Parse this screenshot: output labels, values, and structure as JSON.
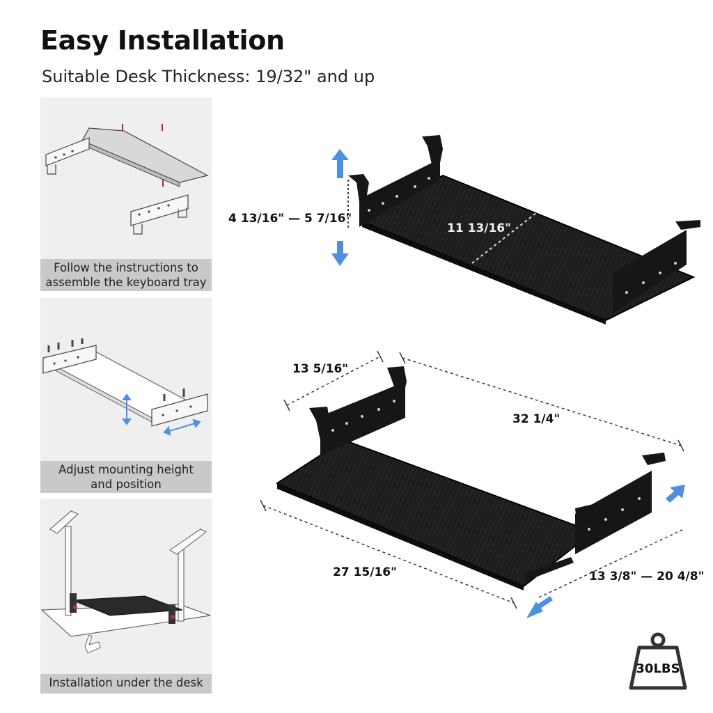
{
  "header": {
    "title": "Easy Installation",
    "subtitle": "Suitable Desk Thickness: 19/32\"  and up"
  },
  "steps": [
    {
      "caption_line1": "Follow the instructions to",
      "caption_line2": "assemble the keyboard tray"
    },
    {
      "caption_line1": "Adjust mounting height",
      "caption_line2": "and position"
    },
    {
      "caption_line1": "Installation under the desk"
    }
  ],
  "dimensions": {
    "height_range": "4 13/16\" — 5 7/16\"",
    "tray_depth": "11 13/16\"",
    "bracket_depth": "13 5/16\"",
    "overall_width": "32 1/4\"",
    "tray_width": "27 15/16\"",
    "extension_range": "13 3/8\" — 20 4/8\""
  },
  "badge": {
    "weight": "30LBS",
    "icon": "weight-icon"
  },
  "colors": {
    "accent_arrow": "#4f8fe0",
    "tray": "#1c1c1c",
    "caption_bg": "#c9c9c9",
    "panel_bg": "#efefef"
  }
}
